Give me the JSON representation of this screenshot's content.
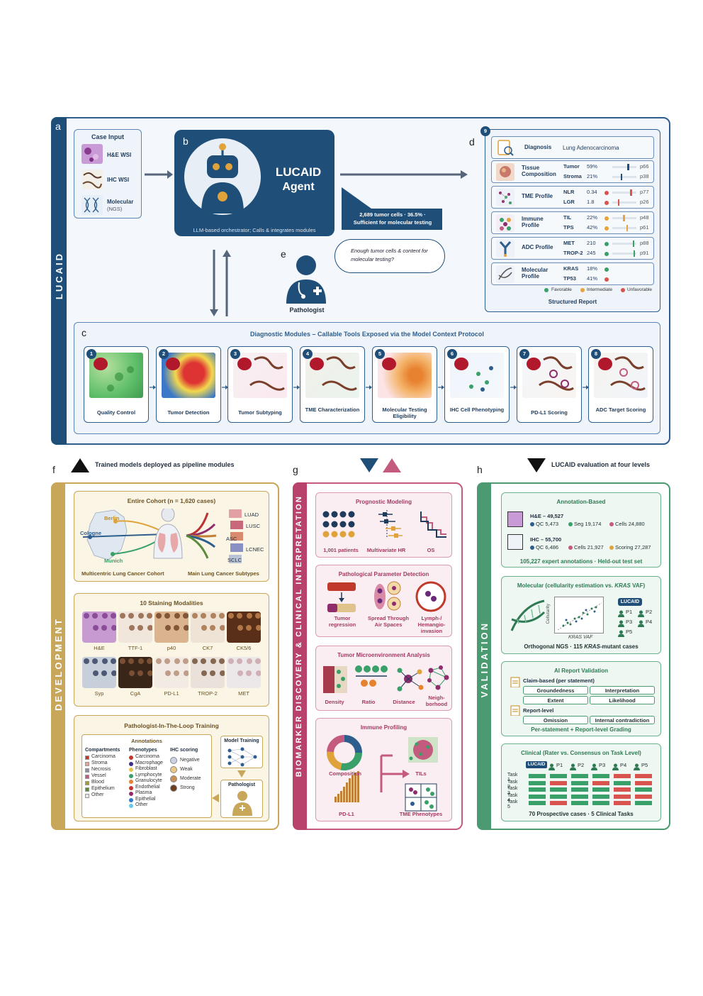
{
  "panel_letters": {
    "a": "a",
    "b": "b",
    "c": "c",
    "d": "d",
    "e": "e",
    "f": "f",
    "g": "g",
    "h": "h"
  },
  "lucaid_side": "LUCAID",
  "case_input": {
    "title": "Case Input",
    "items": [
      {
        "label": "H&E WSI",
        "sub": ""
      },
      {
        "label": "IHC WSI",
        "sub": ""
      },
      {
        "label": "Molecular",
        "sub": "(NGS)"
      }
    ]
  },
  "agent": {
    "title": "LUCAID",
    "subtitle": "Agent",
    "caption": "LLM-based orchestrator; Calls & integrates modules"
  },
  "agent_callout": {
    "line1": "2,689 tumor cells · 36.5% ·",
    "line2": "Sufficient for molecular testing"
  },
  "pathologist": {
    "label": "Pathologist",
    "bubble": "Enough tumor cells & content for molecular testing?"
  },
  "report": {
    "badge": "9",
    "diagnosis_label": "Diagnosis",
    "diagnosis_value": "Lung Adenocarcinoma",
    "rows": [
      {
        "label": "Tissue Composition",
        "items": [
          {
            "key": "Tumor",
            "val": "59%",
            "pct": "p66",
            "pos": 0.66
          },
          {
            "key": "Stroma",
            "val": "21%",
            "pct": "p38",
            "pos": 0.38
          }
        ]
      },
      {
        "label": "TME Profile",
        "items": [
          {
            "key": "NLR",
            "val": "0.34",
            "pct": "p77",
            "pos": 0.77,
            "status": "Unfavorable"
          },
          {
            "key": "LGR",
            "val": "1.8",
            "pct": "p26",
            "pos": 0.26,
            "status": "Unfavorable"
          }
        ]
      },
      {
        "label": "Immune Profile",
        "items": [
          {
            "key": "TIL",
            "val": "22%",
            "pct": "p48",
            "pos": 0.48,
            "status": "Intermediate"
          },
          {
            "key": "TPS",
            "val": "42%",
            "pct": "p61",
            "pos": 0.61,
            "status": "Intermediate"
          }
        ]
      },
      {
        "label": "ADC Profile",
        "items": [
          {
            "key": "MET",
            "val": "210",
            "pct": "p88",
            "pos": 0.88,
            "status": "Favorable"
          },
          {
            "key": "TROP-2",
            "val": "245",
            "pct": "p91",
            "pos": 0.91,
            "status": "Favorable"
          }
        ]
      },
      {
        "label": "Molecular Profile",
        "items": [
          {
            "key": "KRAS",
            "val": "18%",
            "pct": "",
            "status": "Favorable"
          },
          {
            "key": "TP53",
            "val": "41%",
            "pct": "",
            "status": "Unfavorable"
          }
        ]
      }
    ],
    "legend": [
      "Favorable",
      "Intermediate",
      "Unfavorable"
    ],
    "footer": "Structured Report"
  },
  "modules": {
    "title": "Diagnostic Modules – Callable Tools Exposed via the Model Context Protocol",
    "items": [
      {
        "n": "1",
        "label": "Quality Control"
      },
      {
        "n": "2",
        "label": "Tumor Detection"
      },
      {
        "n": "3",
        "label": "Tumor Subtyping"
      },
      {
        "n": "4",
        "label": "TME Characterization"
      },
      {
        "n": "5",
        "label": "Molecular Testing Eligibility"
      },
      {
        "n": "6",
        "label": "IHC Cell Phenotyping"
      },
      {
        "n": "7",
        "label": "PD-L1 Scoring"
      },
      {
        "n": "8",
        "label": "ADC Target Scoring"
      }
    ]
  },
  "f": {
    "header": "Trained models deployed as pipeline modules",
    "side": "DEVELOPMENT",
    "cohort_title": "Entire Cohort  (n = 1,620 cases)",
    "cities": [
      "Berlin",
      "Cologne",
      "Munich"
    ],
    "subtypes": [
      "LUAD",
      "LUSC",
      "ASC",
      "LCNEC",
      "SCLC"
    ],
    "cohort_caption": "Multicentric Lung Cancer Cohort",
    "subtype_caption": "Main Lung Cancer Subtypes",
    "stain_title": "10 Staining Modalities",
    "stains": [
      "H&E",
      "TTF-1",
      "p40",
      "CK7",
      "CK5/6",
      "Syp",
      "CgA",
      "PD-L1",
      "TROP-2",
      "MET"
    ],
    "loop_title": "Pathologist-In-The-Loop Training",
    "annotations_title": "Annotations",
    "compartments_title": "Compartments",
    "compartments": [
      "Carcinoma",
      "Stroma",
      "Necrosis",
      "Vessel",
      "Blood",
      "Epithelium",
      "Other"
    ],
    "phenotypes_title": "Phenotypes",
    "phenotypes": [
      "Carcinoma",
      "Macrophage",
      "Fibroblast",
      "Lymphocyte",
      "Granulocyte",
      "Endothelial",
      "Plasma",
      "Epithelial",
      "Other"
    ],
    "ihc_title": "IHC scoring",
    "ihc": [
      "Negative",
      "Weak",
      "Moderate",
      "Strong"
    ],
    "model_training": "Model Training",
    "pathologist": "Pathologist"
  },
  "g": {
    "side": "BIOMARKER DISCOVERY & CLINICAL INTERPRETATION",
    "prognostic_title": "Prognostic Modeling",
    "prognostic_labels": [
      "1,001 patients",
      "Multivariate HR",
      "OS"
    ],
    "param_title": "Pathological Parameter Detection",
    "param_labels": [
      "Tumor regression",
      "Spread Through Air Spaces",
      "Lymph-/ Hemangio- invasion"
    ],
    "tme_title": "Tumor Microenvironment Analysis",
    "tme_labels": [
      "Density",
      "Ratio",
      "Distance",
      "Neigh- borhood"
    ],
    "immune_title": "Immune Profiling",
    "immune_labels": [
      "Composition",
      "TILs",
      "PD-L1",
      "TME Phenotypes"
    ]
  },
  "h": {
    "header": "LUCAID evaluation at four levels",
    "side": "VALIDATION",
    "annot_title": "Annotation-Based",
    "he_title": "H&E – 49,527",
    "he_items": [
      "QC 5,473",
      "Seg 19,174",
      "Cells 24,880"
    ],
    "ihc_title": "IHC – 55,700",
    "ihc_items": [
      "QC 6,486",
      "Cells 21,927",
      "Scoring 27,287"
    ],
    "annot_footer": "105,227 expert annotations · Held-out test set",
    "mol_title_pre": "Molecular (cellularity estimation vs. ",
    "mol_title_em": "KRAS",
    "mol_title_post": " VAF)",
    "mol_ylabel": "Cellularity",
    "mol_xlabel": "KRAS VAF",
    "lucaid_badge": "LUCAID",
    "pathologists": [
      "P1",
      "P2",
      "P3",
      "P4",
      "P5"
    ],
    "mol_footer_pre": "Orthogonal NGS · 115 ",
    "mol_footer_em": "KRAS",
    "mol_footer_post": "-mutant cases",
    "ai_title": "AI Report Validation",
    "claim_label": "Claim-based (per statement)",
    "claim_chips": [
      "Groundedness",
      "Interpretation",
      "Extent",
      "Likelihood"
    ],
    "report_label": "Report-level",
    "report_chips": [
      "Omission",
      "Internal contradiction"
    ],
    "ai_footer": "Per-statement + Report-level Grading",
    "clin_title": "Clinical (Rater vs. Consensus on Task Level)",
    "raters": [
      "LUCAID",
      "P1",
      "P2",
      "P3",
      "P4",
      "P5"
    ],
    "tasks": [
      "Task 1",
      "Task 2",
      "Task 3",
      "Task 4",
      "Task 5"
    ],
    "grid": [
      [
        "g",
        "g",
        "g",
        "g",
        "r",
        "r"
      ],
      [
        "g",
        "r",
        "g",
        "r",
        "g",
        "r"
      ],
      [
        "g",
        "g",
        "g",
        "g",
        "r",
        "g"
      ],
      [
        "g",
        "g",
        "g",
        "g",
        "r",
        "r"
      ],
      [
        "g",
        "r",
        "g",
        "g",
        "r",
        "g"
      ]
    ],
    "clin_footer": "70 Prospective cases · 5 Clinical Tasks"
  },
  "colors": {
    "good": "#3aa06a",
    "bad": "#d9534f",
    "mid": "#e8a33b",
    "navy": "#1f4e79"
  }
}
